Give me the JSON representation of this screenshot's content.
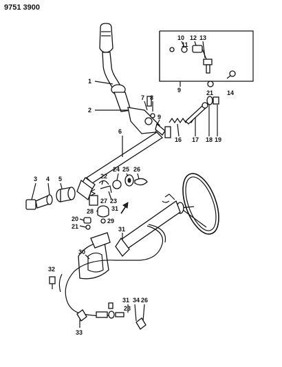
{
  "header": {
    "code": "9751 3900"
  },
  "callouts": {
    "c1": "1",
    "c2": "2",
    "c3": "3",
    "c4": "4",
    "c5": "5",
    "c6": "6",
    "c7": "7",
    "c8": "8",
    "c9a": "9",
    "c9b": "9",
    "c10": "10",
    "c11": "11",
    "c12": "12",
    "c13": "13",
    "c14": "14",
    "c16": "16",
    "c17": "17",
    "c18": "18",
    "c19": "19",
    "c20": "20",
    "c21a": "21",
    "c21b": "21",
    "c22": "22",
    "c23a": "23",
    "c23b": "23",
    "c24": "24",
    "c25": "25",
    "c26a": "26",
    "c26b": "26",
    "c27": "27",
    "c28": "28",
    "c29": "29",
    "c30": "30",
    "c31a": "31",
    "c31b": "31",
    "c31c": "31",
    "c32": "32",
    "c33": "33",
    "c34": "34"
  }
}
